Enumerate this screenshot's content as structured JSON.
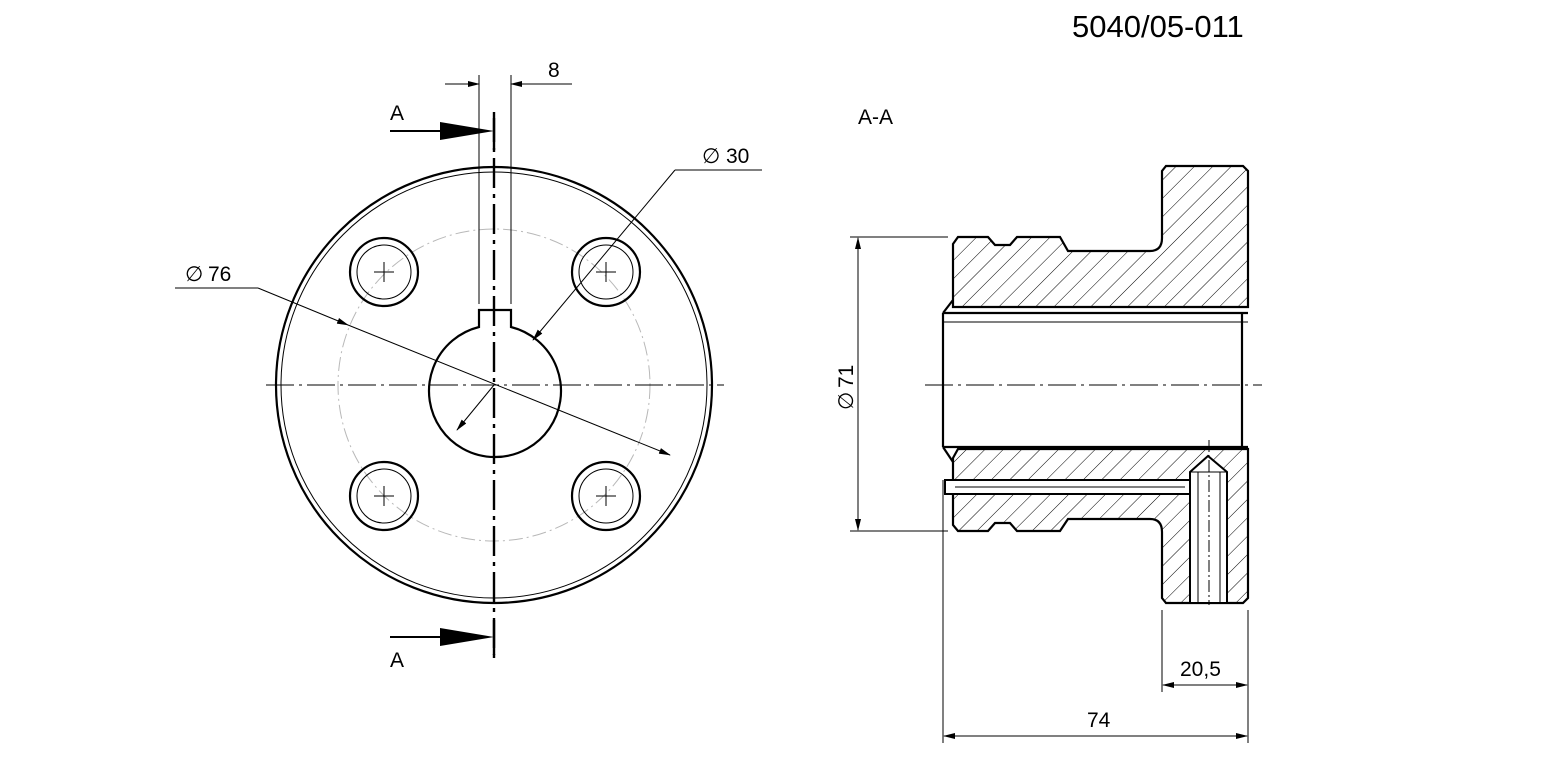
{
  "drawing": {
    "number": "5040/05-011",
    "section_label": "A-A",
    "cut_marker_top": "A",
    "cut_marker_bottom": "A"
  },
  "dimensions": {
    "key_width": "8",
    "bore_diameter": "30",
    "outer_diameter": "76",
    "shoulder_diameter": "71",
    "flange_thickness": "20,5",
    "overall_length": "74"
  },
  "symbols": {
    "diameter": "∅"
  }
}
